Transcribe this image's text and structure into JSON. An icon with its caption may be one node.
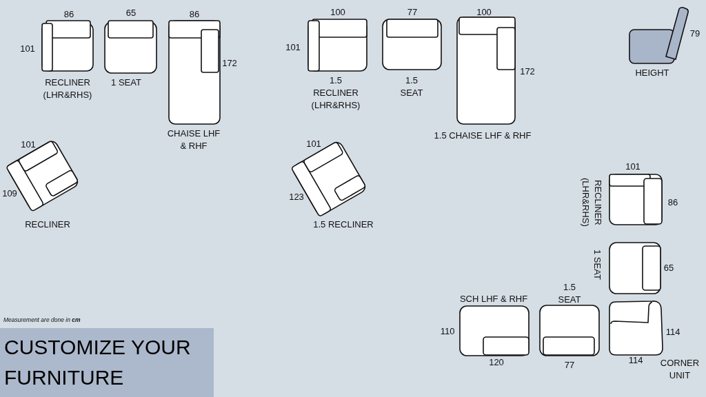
{
  "diagram": {
    "title": "CUSTOMIZE YOUR FURNITURE",
    "nodes": [
      {
        "text": [
          "RECLINER (LHR&RHS)"
        ],
        "beside": [
          "86",
          "101"
        ]
      },
      {
        "text": [
          "1 SEAT"
        ],
        "beside": [
          "65"
        ]
      },
      {
        "text": [
          "CHAISE LHF & RHF"
        ],
        "beside": [
          "86",
          "172"
        ]
      },
      {
        "text": [
          "1.5 RECLINER (LHR&RHS)"
        ],
        "beside": [
          "100",
          "101"
        ]
      },
      {
        "text": [
          "1.5 SEAT"
        ],
        "beside": [
          "77"
        ]
      },
      {
        "text": [
          "1.5 CHAISE LHF & RHF"
        ],
        "beside": [
          "100",
          "172"
        ]
      },
      {
        "text": [
          "HEIGHT"
        ],
        "beside": [
          "79"
        ]
      },
      {
        "text": [
          "101",
          "109",
          "RECLINER"
        ]
      },
      {
        "text": [
          "101",
          "123",
          "1.5 RECLINER"
        ]
      },
      {
        "text": [
          "RECLINER (LHR&RHS)"
        ],
        "beside": [
          "101",
          "86"
        ]
      },
      {
        "text": [
          "1 SEAT"
        ],
        "beside": [
          "65"
        ]
      },
      {
        "text": [
          "SCH LHF & RHF"
        ],
        "beside": [
          "110",
          "120"
        ]
      },
      {
        "text": [
          "1.5 SEAT"
        ],
        "beside": [
          "77"
        ]
      },
      {
        "text": [
          "CORNER UNIT"
        ],
        "beside": [
          "114",
          "114"
        ]
      }
    ],
    "labels": [
      "Measurement are done in **cm**"
    ]
  }
}
